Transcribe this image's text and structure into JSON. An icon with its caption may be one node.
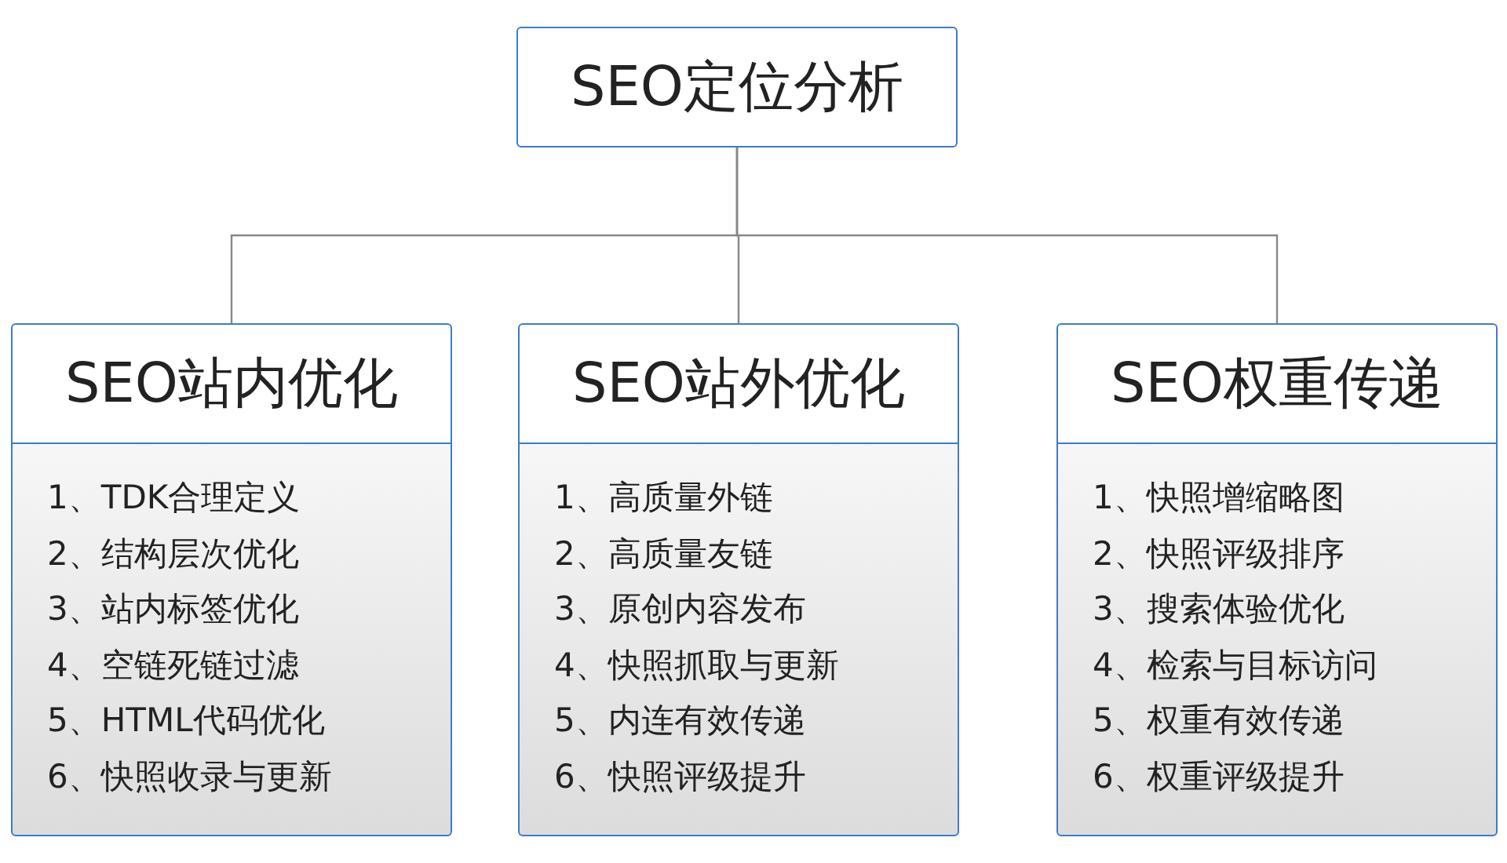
{
  "diagram": {
    "nodes": [
      {
        "text": [
          "SEO定位分析"
        ]
      },
      {
        "text": [
          "1、TDK合理定义",
          "2、结构层次优化",
          "3、站内标签优化",
          "4、空链死链过滤",
          "5、HTML代码优化",
          "6、快照收录与更新"
        ]
      },
      {
        "text": [
          "SEO站内优化"
        ],
        "in": 1
      },
      {
        "text": [
          "1、高质量外链",
          "2、高质量友链",
          "3、原创内容发布",
          "4、快照抓取与更新",
          "5、内连有效传递",
          "6、快照评级提升"
        ]
      },
      {
        "text": [
          "SEO站外优化"
        ],
        "in": 3
      },
      {
        "text": [
          "1、快照增缩略图",
          "2、快照评级排序",
          "3、搜索体验优化",
          "4、检索与目标访问",
          "5、权重有效传递",
          "6、权重评级提升"
        ]
      },
      {
        "text": [
          "SEO权重传递"
        ],
        "in": 5
      }
    ],
    "edges": [
      {
        "from": 0,
        "to": 2,
        "arrow": "none"
      },
      {
        "from": 0,
        "to": 4,
        "arrow": "none"
      },
      {
        "from": 0,
        "to": 6,
        "arrow": "none"
      }
    ]
  }
}
